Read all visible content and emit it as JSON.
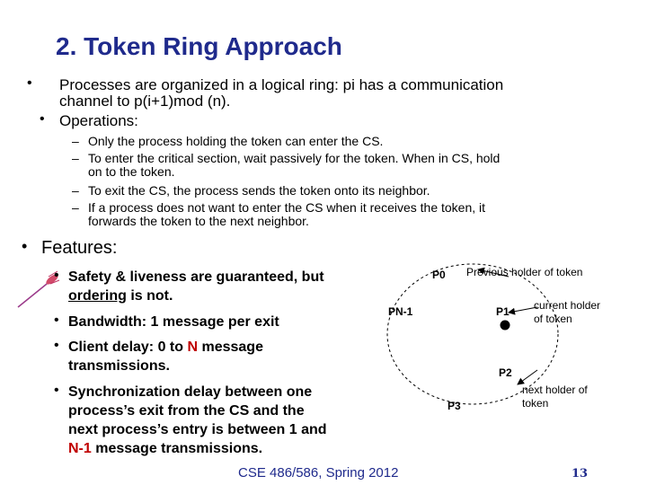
{
  "slide": {
    "title": "2. Token Ring Approach",
    "bullets": [
      {
        "line1": "Processes are organized in a logical ring: pi has a communication",
        "line2": "channel to p(i+1)mod (n)."
      },
      {
        "line1": "Operations:"
      }
    ],
    "operations": [
      {
        "line1": "Only the process holding the token can enter the CS."
      },
      {
        "line1": "To enter the critical section, wait passively for the token. When in CS, hold",
        "line2": "on to the token."
      },
      {
        "line1": "To exit the CS, the process sends the token onto its neighbor."
      },
      {
        "line1": " If a process does not want to enter the CS when it receives the token, it",
        "line2": "forwards the token to the next neighbor."
      }
    ],
    "features_heading": "Features:",
    "features": {
      "f1_line1": "Safety & liveness are guaranteed, but",
      "f1_line2a": "ordering",
      "f1_line2b": " is not.",
      "f2": "Bandwidth: 1 message per exit",
      "f3_line1a": "Client delay: 0 to ",
      "f3_n": "N",
      "f3_line1b": " message",
      "f3_line2": "transmissions.",
      "f4_line1": "Synchronization delay between one",
      "f4_line2": "process’s exit from the CS and the",
      "f4_line3": "next process’s entry is between 1 and",
      "f4_n1": "N-1",
      "f4_line4b": " message transmissions."
    },
    "ring": {
      "nodes": [
        "P0",
        "P1",
        "P2",
        "P3",
        "PN-1"
      ],
      "annotations": {
        "previous": "Previous holder of token",
        "current_line1": "current holder",
        "current_line2": "of token",
        "next_line1": "next holder of",
        "next_line2": "token"
      }
    },
    "footer": "CSE 486/586, Spring 2012",
    "page_number": "13"
  },
  "colors": {
    "title": "#1f2a8c",
    "highlight": "#c00000",
    "footer": "#1f2a8c"
  },
  "icons": [
    "bullet-dot-icon",
    "dash-icon",
    "decorative-dart-icon",
    "token-dot-icon"
  ]
}
